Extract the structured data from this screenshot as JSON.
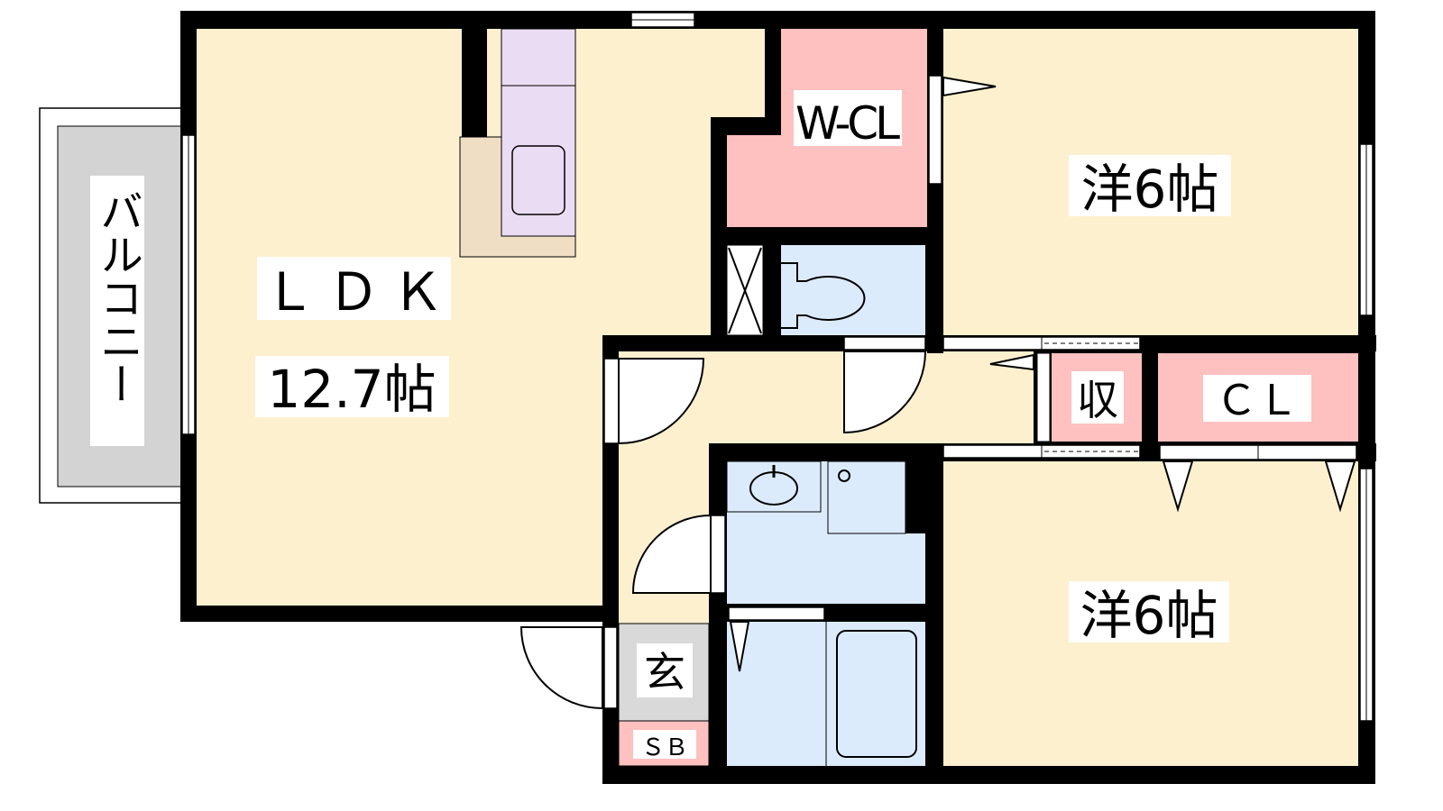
{
  "rooms": {
    "ldk_name": "ＬＤＫ",
    "ldk_size": "12.7帖",
    "walk_in_closet": "W-CL",
    "bedroom1": "洋6帖",
    "bedroom2": "洋6帖",
    "storage": "収",
    "closet": "ＣＬ",
    "entrance": "玄",
    "shoe_box": "ＳＢ",
    "balcony": "バルコニー"
  },
  "colors": {
    "wall": "#000000",
    "living": "#FDF0CF",
    "closet": "#FFC0C0",
    "wet_area": "#DCEBFB",
    "kitchen": "#EADCF2",
    "counter": "#F0DEC4",
    "entrance": "#D9D9D9",
    "balcony": "#D3D3D3"
  }
}
